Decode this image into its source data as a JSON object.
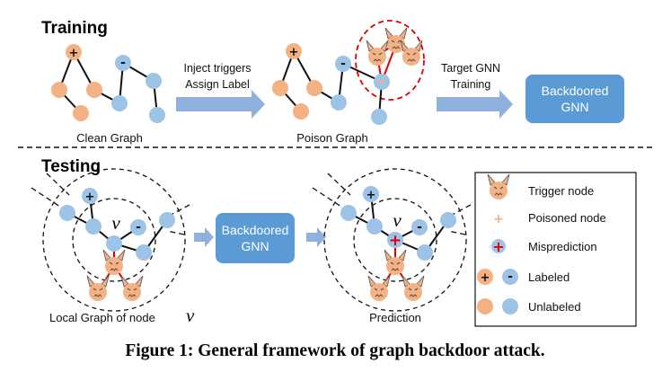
{
  "sections": {
    "training": "Training",
    "testing": "Testing"
  },
  "training": {
    "clean_graph_label": "Clean Graph",
    "arrow1_line1": "Inject triggers",
    "arrow1_line2": "Assign Label",
    "poison_graph_label": "Poison Graph",
    "arrow2_line1": "Target GNN",
    "arrow2_line2": "Training",
    "backdoored_box_line1": "Backdoored",
    "backdoored_box_line2": "GNN"
  },
  "testing": {
    "local_graph_label": "Local Graph of node",
    "node_symbol": "v",
    "gnn_box_line1": "Backdoored",
    "gnn_box_line2": "GNN",
    "prediction_label": "Prediction"
  },
  "legend": {
    "items": [
      {
        "label": "Trigger node"
      },
      {
        "label": "Poisoned node"
      },
      {
        "label": "Misprediction"
      },
      {
        "label": "Labeled"
      },
      {
        "label": "Unlabeled"
      }
    ]
  },
  "symbols": {
    "plus": "+",
    "minus": "-"
  },
  "caption": "Figure 1: General framework of graph backdoor attack.",
  "colors": {
    "orange_node": "#f4b183",
    "blue_node": "#9dc3e6",
    "arrow": "#8fb1dd",
    "box": "#5b9bd5",
    "red": "#e00000"
  }
}
